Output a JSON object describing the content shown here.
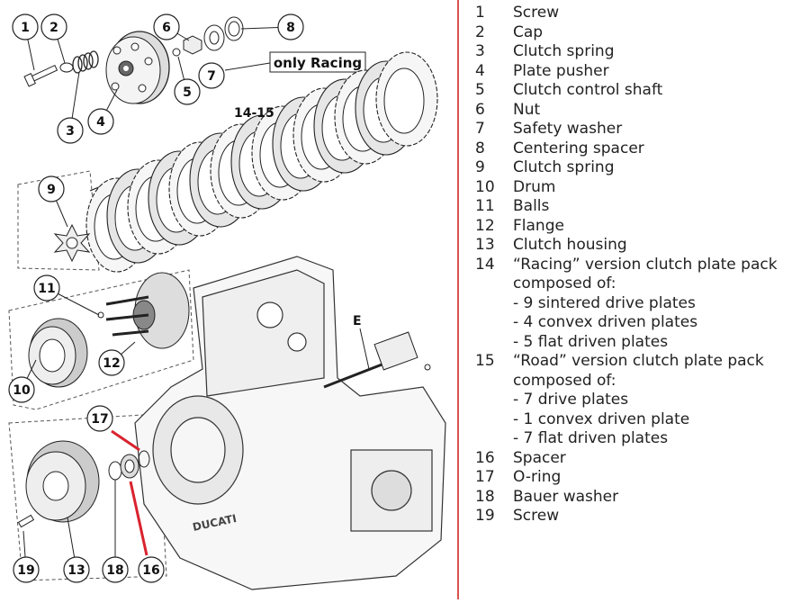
{
  "diagram": {
    "callouts": [
      {
        "id": "c1",
        "label": "1"
      },
      {
        "id": "c2",
        "label": "2"
      },
      {
        "id": "c3",
        "label": "3"
      },
      {
        "id": "c4",
        "label": "4"
      },
      {
        "id": "c5",
        "label": "5"
      },
      {
        "id": "c6",
        "label": "6"
      },
      {
        "id": "c7",
        "label": "7"
      },
      {
        "id": "c8",
        "label": "8"
      },
      {
        "id": "c9",
        "label": "9"
      },
      {
        "id": "c10",
        "label": "10"
      },
      {
        "id": "c11",
        "label": "11"
      },
      {
        "id": "c12",
        "label": "12"
      },
      {
        "id": "c13",
        "label": "13"
      },
      {
        "id": "c16",
        "label": "16"
      },
      {
        "id": "c17",
        "label": "17"
      },
      {
        "id": "c18",
        "label": "18"
      },
      {
        "id": "c19",
        "label": "19"
      }
    ],
    "plate_pack_label": "14-15",
    "racing_note": "only Racing",
    "shaft_label": "E",
    "engine_brand": "DUCATI",
    "highlight_color": "#d9232e"
  },
  "legend": [
    {
      "num": "1",
      "text": "Screw"
    },
    {
      "num": "2",
      "text": "Cap"
    },
    {
      "num": "3",
      "text": "Clutch spring"
    },
    {
      "num": "4",
      "text": "Plate pusher"
    },
    {
      "num": "5",
      "text": "Clutch control shaft"
    },
    {
      "num": "6",
      "text": "Nut"
    },
    {
      "num": "7",
      "text": "Safety washer"
    },
    {
      "num": "8",
      "text": "Centering spacer"
    },
    {
      "num": "9",
      "text": "Clutch spring"
    },
    {
      "num": "10",
      "text": "Drum"
    },
    {
      "num": "11",
      "text": "Balls"
    },
    {
      "num": "12",
      "text": "Flange"
    },
    {
      "num": "13",
      "text": "Clutch housing"
    },
    {
      "num": "14",
      "text": "“Racing” version clutch plate pack",
      "lines": [
        "composed of:",
        "- 9 sintered drive plates",
        "- 4 convex driven plates",
        "- 5 flat driven plates"
      ]
    },
    {
      "num": "15",
      "text": "“Road” version clutch plate pack",
      "lines": [
        "composed of:",
        "- 7 drive plates",
        "- 1 convex driven plate",
        "- 7 flat driven plates"
      ]
    },
    {
      "num": "16",
      "text": "Spacer"
    },
    {
      "num": "17",
      "text": "O-ring"
    },
    {
      "num": "18",
      "text": "Bauer washer"
    },
    {
      "num": "19",
      "text": "Screw"
    }
  ],
  "colors": {
    "divider": "#d9534f",
    "line": "#222222"
  }
}
